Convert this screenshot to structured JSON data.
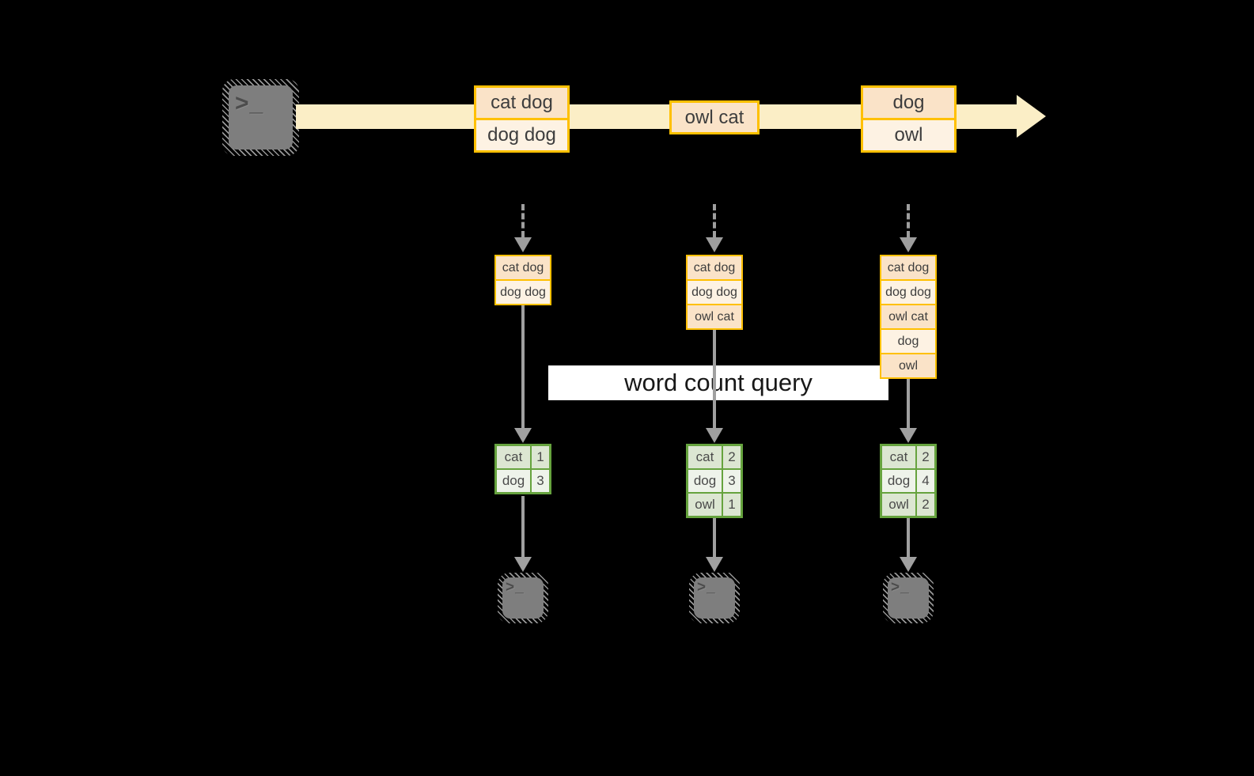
{
  "colors": {
    "background": "#000000",
    "stream_band": "#fbeec6",
    "box_border": "#ffc000",
    "box_fill_peach": "#fae3c8",
    "box_fill_cream": "#fdf2e3",
    "table_border": "#66a33e",
    "table_fill_dark": "#dce6d2",
    "table_fill_light": "#eef3ea",
    "arrow_gray": "#a0a0a0",
    "terminal_gray": "#7e7e7e",
    "query_box": "#ffffff"
  },
  "source": {
    "icon": "terminal-icon",
    "prompt_glyph": ">_"
  },
  "stream": {
    "batches": [
      {
        "lines": [
          "cat dog",
          "dog dog"
        ]
      },
      {
        "lines": [
          "owl cat"
        ]
      },
      {
        "lines": [
          "dog",
          "owl"
        ]
      }
    ]
  },
  "query": {
    "label": "word count query"
  },
  "columns": [
    {
      "records": [
        "cat dog",
        "dog dog"
      ],
      "counts": [
        {
          "word": "cat",
          "count": "1"
        },
        {
          "word": "dog",
          "count": "3"
        }
      ],
      "sink_prompt_glyph": ">_"
    },
    {
      "records": [
        "cat dog",
        "dog dog",
        "owl cat"
      ],
      "counts": [
        {
          "word": "cat",
          "count": "2"
        },
        {
          "word": "dog",
          "count": "3"
        },
        {
          "word": "owl",
          "count": "1"
        }
      ],
      "sink_prompt_glyph": ">_"
    },
    {
      "records": [
        "cat dog",
        "dog dog",
        "owl cat",
        "dog",
        "owl"
      ],
      "counts": [
        {
          "word": "cat",
          "count": "2"
        },
        {
          "word": "dog",
          "count": "4"
        },
        {
          "word": "owl",
          "count": "2"
        }
      ],
      "sink_prompt_glyph": ">_"
    }
  ]
}
